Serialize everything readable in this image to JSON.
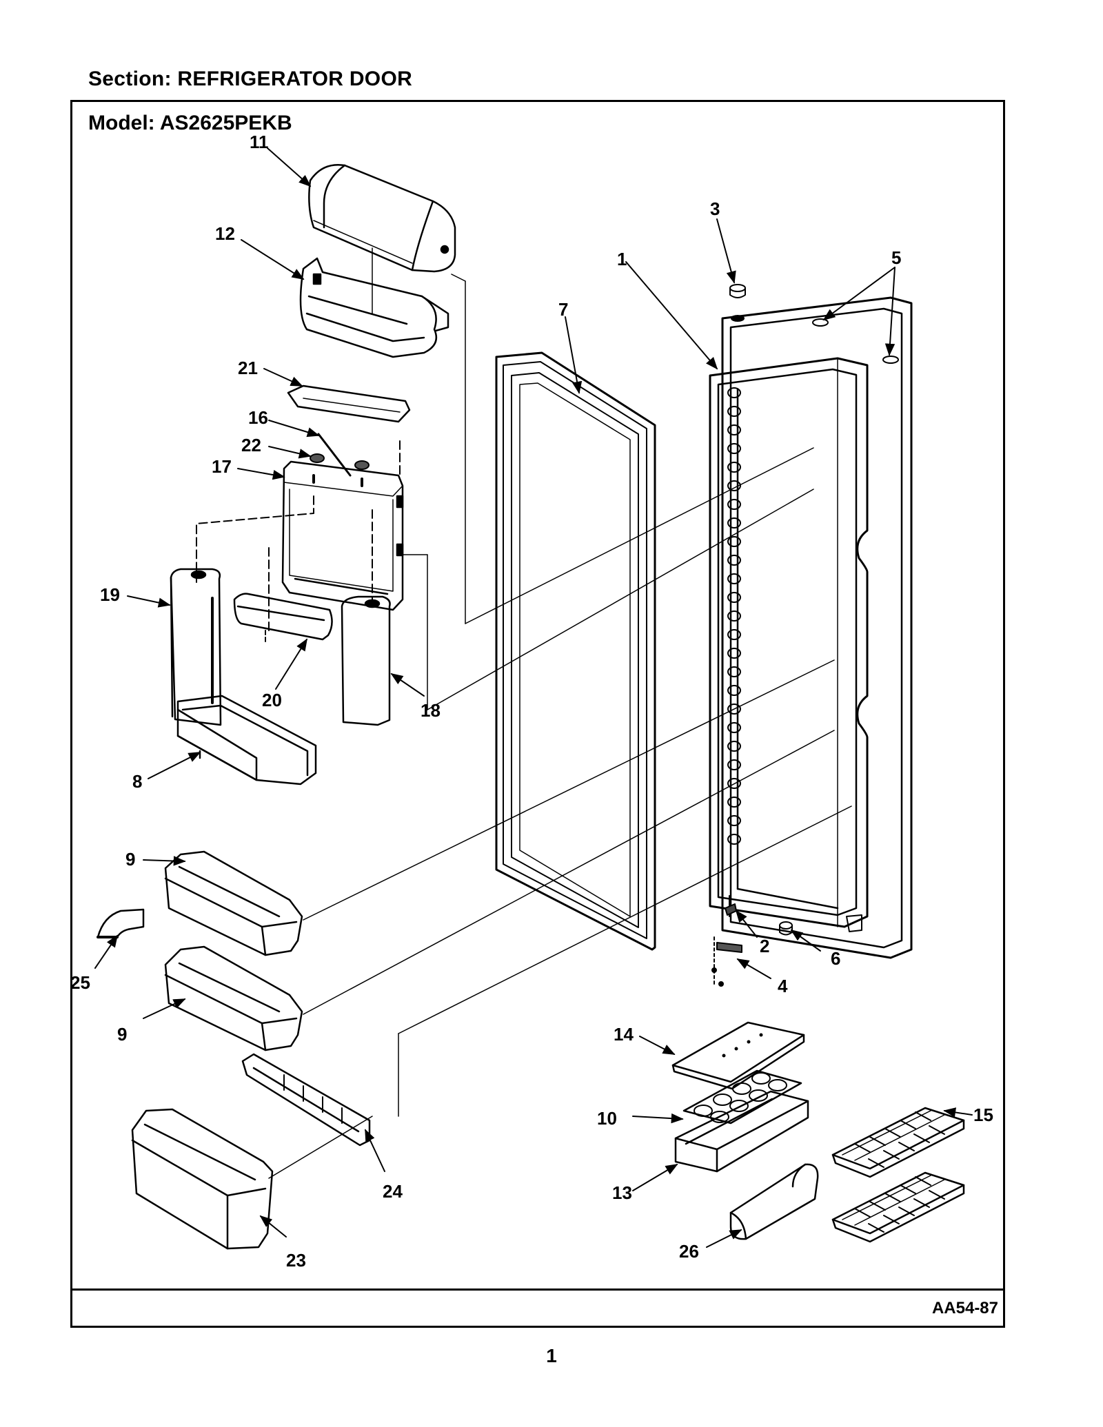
{
  "header": {
    "section": "Section:  REFRIGERATOR DOOR",
    "model": "Model:  AS2625PEKB"
  },
  "footer": {
    "drawing_no": "AA54-87",
    "page_number": "1"
  },
  "callouts": {
    "c1": "1",
    "c2": "2",
    "c3": "3",
    "c4": "4",
    "c5": "5",
    "c6": "6",
    "c7": "7",
    "c8": "8",
    "c9a": "9",
    "c9b": "9",
    "c10": "10",
    "c11": "11",
    "c12": "12",
    "c13": "13",
    "c14": "14",
    "c15": "15",
    "c16": "16",
    "c17": "17",
    "c18": "18",
    "c19": "19",
    "c20": "20",
    "c21": "21",
    "c22": "22",
    "c23": "23",
    "c24": "24",
    "c25": "25",
    "c26": "26"
  }
}
